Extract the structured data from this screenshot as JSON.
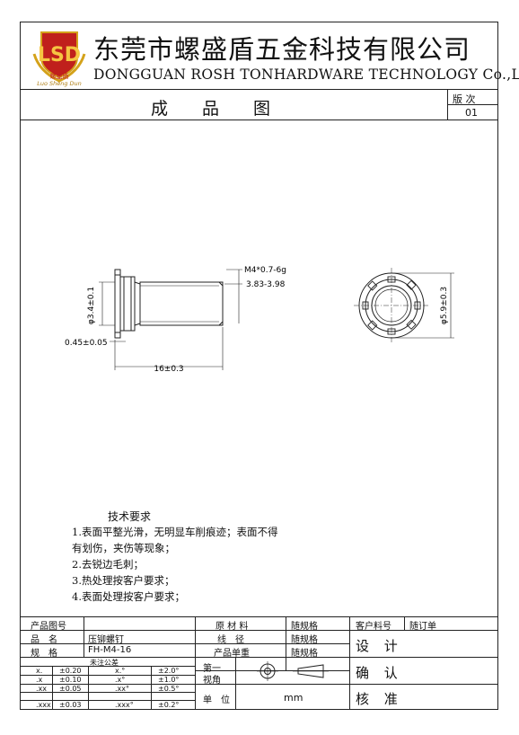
{
  "header": {
    "company_cn": "东莞市螺盛盾五金科技有限公司",
    "company_en": "DONGGUAN ROSH TONHARDWARE TECHNOLOGY Co.,LTD",
    "logo_text": "螺盛盾",
    "logo_subtext": "Luo Sheng Dun",
    "logo_letters": "LSD",
    "drawing_title": "成品图",
    "version_label": "版 次",
    "version_value": "01"
  },
  "drawing": {
    "thread_spec": "M4*0.7-6g",
    "thread_minor": "3.83-3.98",
    "shank_dia": "φ3.4±0.1",
    "head_thickness": "0.45±0.05",
    "length": "16±0.3",
    "head_dia": "φ5.9±0.3"
  },
  "requirements": {
    "title": "技术要求",
    "items": [
      "1.表面平整光滑，无明显车削痕迹；表面不得",
      "有划伤，夹伤等现象；",
      "2.去锐边毛刺；",
      "3.热处理按客户要求；",
      "4.表面处理按客户要求；"
    ]
  },
  "title_block": {
    "product_no_label": "产品图号",
    "name_label": "品　名",
    "name_value": "压铆螺钉",
    "spec_label": "规　格",
    "spec_value": "FH-M4-16",
    "material_label": "原 材 料",
    "material_value": "随规格",
    "wire_label": "线　径",
    "wire_value": "随规格",
    "weight_label": "产品单重",
    "weight_value": "随规格",
    "customer_no_label": "客户料号",
    "customer_no_value": "随订单",
    "design_label": "设 计",
    "confirm_label": "确 认",
    "approve_label": "核 准",
    "tolerance_title": "未注公差",
    "tolerances": [
      {
        "a": "x.",
        "b": "±0.20",
        "c": "x.°",
        "d": "±2.0°"
      },
      {
        "a": ".x",
        "b": "±0.10",
        "c": ".x°",
        "d": "±1.0°"
      },
      {
        "a": ".xx",
        "b": "±0.05",
        "c": ".xx°",
        "d": "±0.5°"
      },
      {
        "a": ".xxx",
        "b": "±0.03",
        "c": ".xxx°",
        "d": "±0.2°"
      }
    ],
    "view_label_1": "第一",
    "view_label_2": "视角",
    "unit_label": "单　位",
    "unit_value": "mm"
  }
}
